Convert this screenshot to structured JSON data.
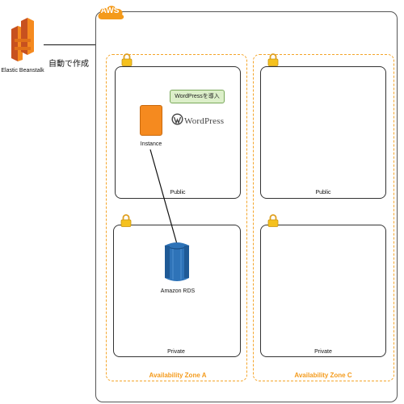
{
  "elastic_beanstalk": {
    "label": "Elastic Beanstalk",
    "icon": "elastic-beanstalk-icon",
    "color": "#f58a1f"
  },
  "connector_label": "自動で作成",
  "aws": {
    "badge": "AWS",
    "badge_color": "#f49a1a",
    "icon": "cloud-icon"
  },
  "zones": [
    {
      "name": "Availability Zone A",
      "public_label": "Public",
      "private_label": "Private"
    },
    {
      "name": "Availability Zone C",
      "public_label": "Public",
      "private_label": "Private"
    }
  ],
  "resources": {
    "wordpress_tag": "WordPressを導入",
    "wordpress_logo": "WordPress",
    "instance_label": "Instance",
    "rds_label": "Amazon RDS"
  },
  "colors": {
    "zone_border": "#f4a52a",
    "instance": "#f58a1f",
    "rds": "#2e73b8",
    "wordpress_tag_bg": "#dcefc9"
  }
}
